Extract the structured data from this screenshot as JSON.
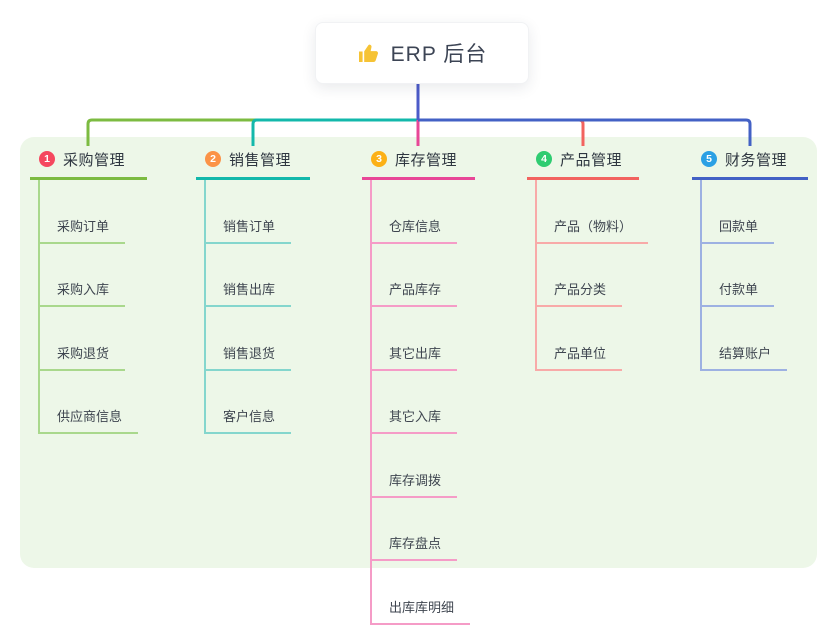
{
  "root": {
    "icon": "thumbs-up-icon",
    "label": "ERP 后台"
  },
  "colors": {
    "page_bg": "#ffffff",
    "panel_bg": "#edf7e8",
    "root_connector": "#4c5bc9",
    "thumb_yellow": "#f6c335"
  },
  "branches": [
    {
      "index": "1",
      "label": "采购管理",
      "badge_color": "#f5485f",
      "line_color": "#7cbb41",
      "light_color": "#a9d88c",
      "children": [
        "采购订单",
        "采购入库",
        "采购退货",
        "供应商信息"
      ]
    },
    {
      "index": "2",
      "label": "销售管理",
      "badge_color": "#fb9347",
      "line_color": "#13b8ab",
      "light_color": "#84d6cd",
      "children": [
        "销售订单",
        "销售出库",
        "销售退货",
        "客户信息"
      ]
    },
    {
      "index": "3",
      "label": "库存管理",
      "badge_color": "#fcb116",
      "line_color": "#e84797",
      "light_color": "#f59cc7",
      "children": [
        "仓库信息",
        "产品库存",
        "其它出库",
        "其它入库",
        "库存调拨",
        "库存盘点",
        "出库库明细"
      ]
    },
    {
      "index": "4",
      "label": "产品管理",
      "badge_color": "#2fcc71",
      "line_color": "#f2635f",
      "light_color": "#f8aaa8",
      "children": [
        "产品（物料）",
        "产品分类",
        "产品单位"
      ]
    },
    {
      "index": "5",
      "label": "财务管理",
      "badge_color": "#2ba0e4",
      "line_color": "#4361c5",
      "light_color": "#9db1e2",
      "children": [
        "回款单",
        "付款单",
        "结算账户"
      ]
    }
  ]
}
